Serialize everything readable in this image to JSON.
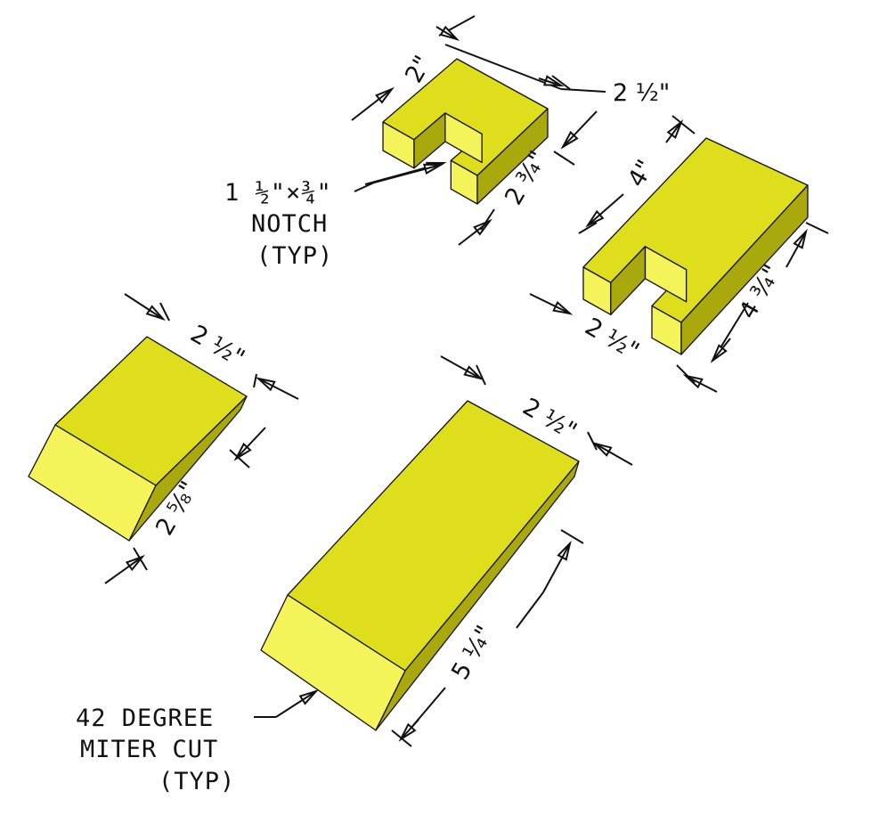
{
  "colors": {
    "top_face": "#dede1c",
    "front_face": "#f4f45a",
    "side_face": "#a9a90e",
    "line": "#111111"
  },
  "dimensions": {
    "notch_block_width": "2\"",
    "notch_block_length": "2 ½\"",
    "notch_block_depth": "2 ¾\"",
    "long_notch_block_width": "4\"",
    "long_notch_block_length": "4 ¾\"",
    "long_notch_block_end": "2 ½\"",
    "small_miter_width": "2 ½\"",
    "small_miter_length": "2 ⅝\"",
    "large_miter_width": "2 ½\"",
    "large_miter_length": "5 ¼\""
  },
  "notes": {
    "notch": [
      "1 ½\"×¾\"",
      "NOTCH",
      "(TYP)"
    ],
    "miter": [
      "42 DEGREE",
      "MITER CUT",
      "(TYP)"
    ]
  }
}
